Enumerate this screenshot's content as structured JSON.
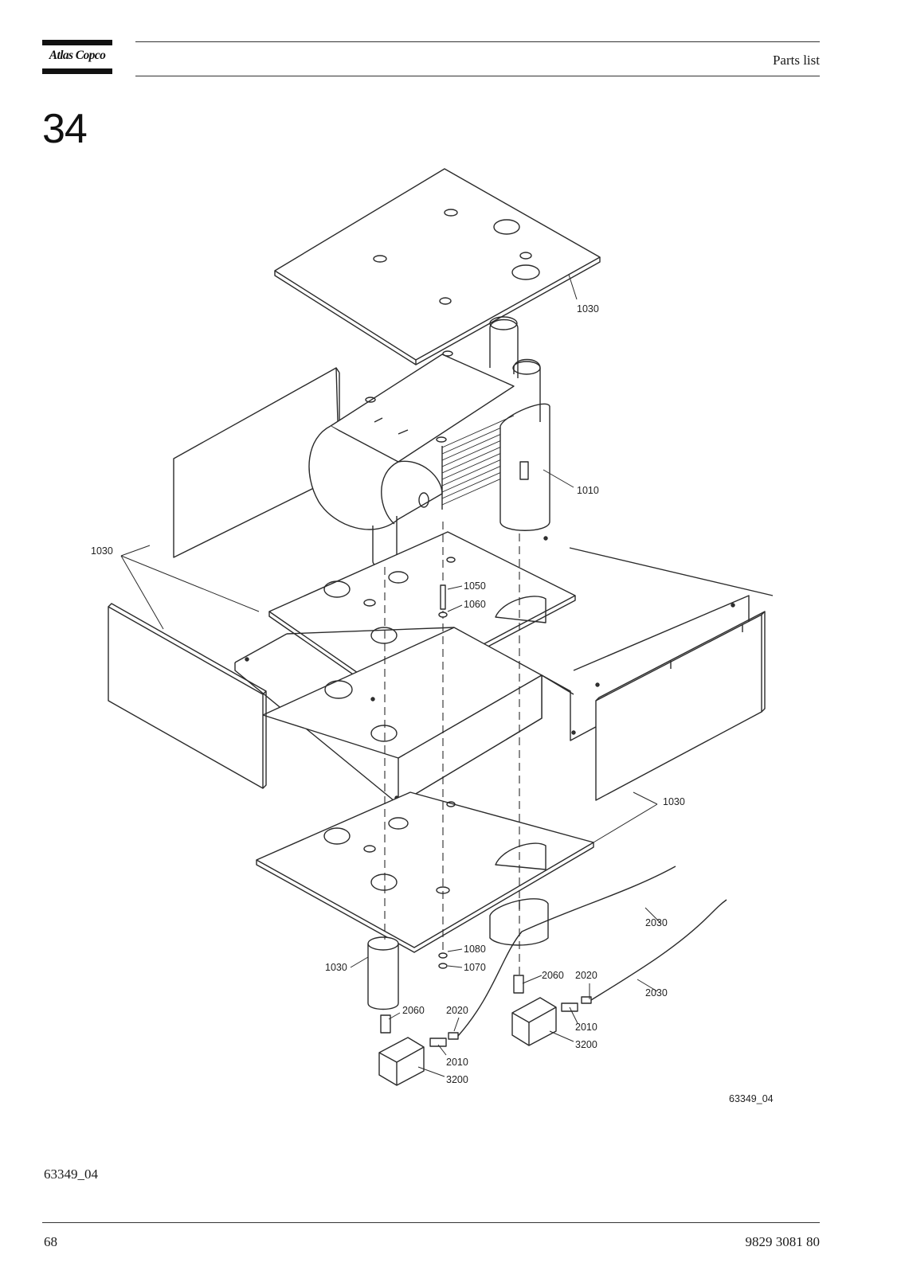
{
  "header": {
    "brand": "Atlas Copco",
    "title": "Parts list"
  },
  "section_number": "34",
  "drawing": {
    "drawing_id": "63349_04",
    "callouts": {
      "c1010": "1010",
      "c1030_top": "1030",
      "c1030_left": "1030",
      "c1030_right": "1030",
      "c1030_bottom": "1030",
      "c1050": "1050",
      "c1060": "1060",
      "c1070": "1070",
      "c1080": "1080",
      "c2010_a": "2010",
      "c2010_b": "2010",
      "c2020_a": "2020",
      "c2020_b": "2020",
      "c2030_a": "2030",
      "c2030_b": "2030",
      "c2060_a": "2060",
      "c2060_b": "2060",
      "c3200_a": "3200",
      "c3200_b": "3200"
    }
  },
  "figure_caption": "63349_04",
  "footer": {
    "page_number": "68",
    "document_number": "9829 3081 80"
  }
}
